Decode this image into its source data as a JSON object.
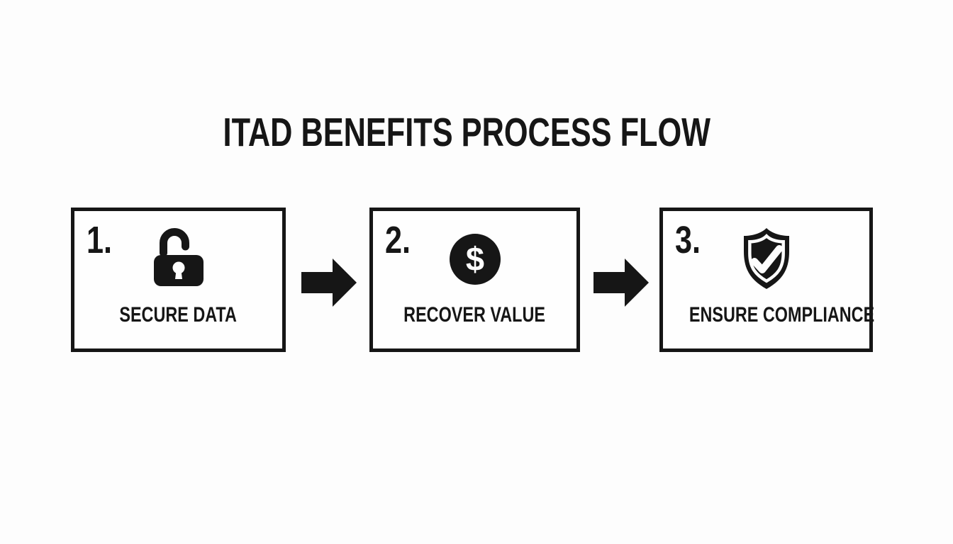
{
  "colors": {
    "background": "#fdfdfd",
    "ink": "#161616",
    "box_fill": "#fefefe"
  },
  "title": "ITAD BENEFITS PROCESS FLOW",
  "steps": [
    {
      "number": "1.",
      "icon": "padlock-icon",
      "label": "SECURE DATA"
    },
    {
      "number": "2.",
      "icon": "dollar-coin-icon",
      "icon_glyph": "$",
      "label": "RECOVER VALUE"
    },
    {
      "number": "3.",
      "icon": "shield-check-icon",
      "label": "ENSURE COMPLIANCE"
    }
  ],
  "connectors": [
    {
      "icon": "arrow-right-icon"
    },
    {
      "icon": "arrow-right-icon"
    }
  ]
}
